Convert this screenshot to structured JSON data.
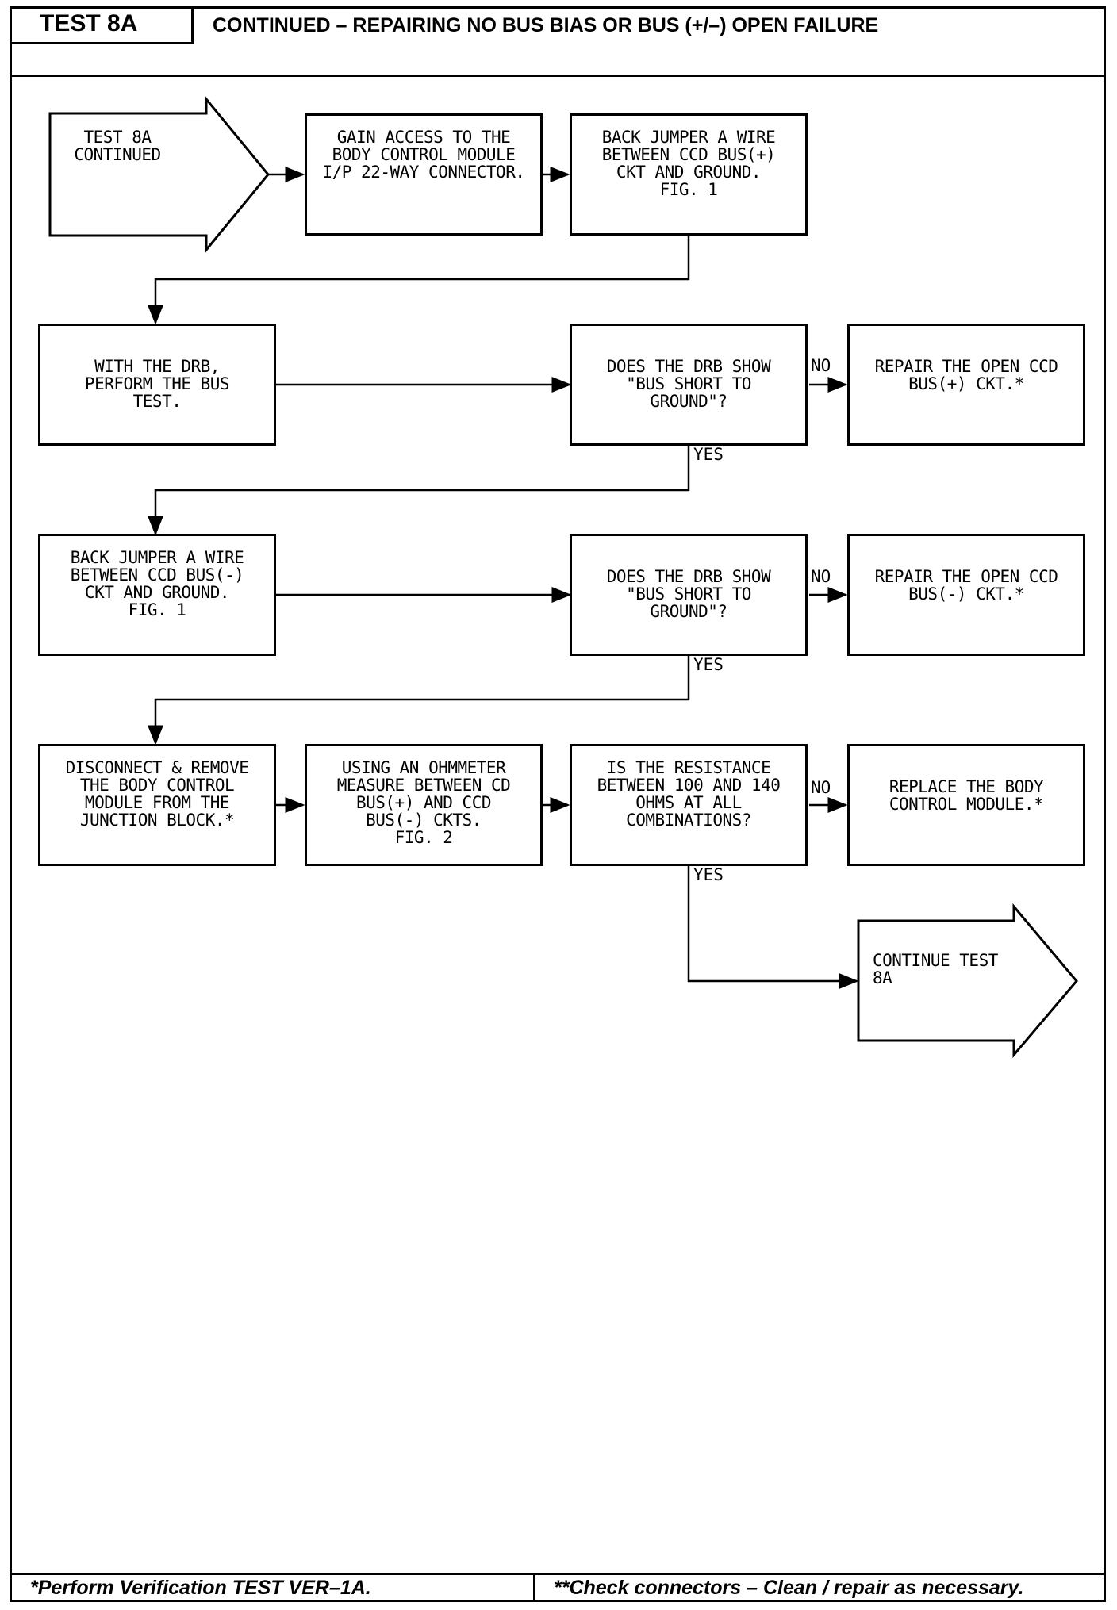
{
  "header": {
    "test_id": "TEST 8A",
    "title": "CONTINUED – REPAIRING NO BUS BIAS OR BUS (+/–) OPEN FAILURE"
  },
  "flowchart": {
    "start": "TEST 8A\nCONTINUED",
    "gain_access": "GAIN ACCESS TO THE\nBODY CONTROL MODULE\nI/P 22-WAY CONNECTOR.",
    "jumper_plus": "BACK JUMPER A WIRE\nBETWEEN CCD BUS(+)\nCKT AND GROUND.\nFIG. 1",
    "bus_test": "WITH THE DRB,\nPERFORM THE BUS\nTEST.",
    "q_short_1": "DOES THE DRB SHOW\n\"BUS SHORT TO\nGROUND\"?",
    "repair_plus": "REPAIR THE OPEN CCD\nBUS(+) CKT.*",
    "jumper_minus": "BACK JUMPER A WIRE\nBETWEEN CCD BUS(-)\nCKT AND GROUND.\nFIG. 1",
    "q_short_2": "DOES THE DRB SHOW\n\"BUS SHORT TO\nGROUND\"?",
    "repair_minus": "REPAIR THE OPEN CCD\nBUS(-) CKT.*",
    "disconnect": "DISCONNECT & REMOVE\nTHE BODY CONTROL\nMODULE FROM THE\nJUNCTION BLOCK.*",
    "ohmmeter": "USING AN OHMMETER\nMEASURE BETWEEN CD\nBUS(+) AND CCD\nBUS(-) CKTS.\nFIG. 2",
    "q_resistance": "IS THE RESISTANCE\nBETWEEN 100 AND 140\nOHMS AT ALL\nCOMBINATIONS?",
    "replace": "REPLACE THE BODY\nCONTROL MODULE.*",
    "continue": "CONTINUE TEST\n8A",
    "labels": {
      "no": "NO",
      "yes": "YES"
    }
  },
  "footer": {
    "left": "*Perform Verification TEST VER–1A.",
    "right": "**Check connectors – Clean / repair as necessary."
  }
}
